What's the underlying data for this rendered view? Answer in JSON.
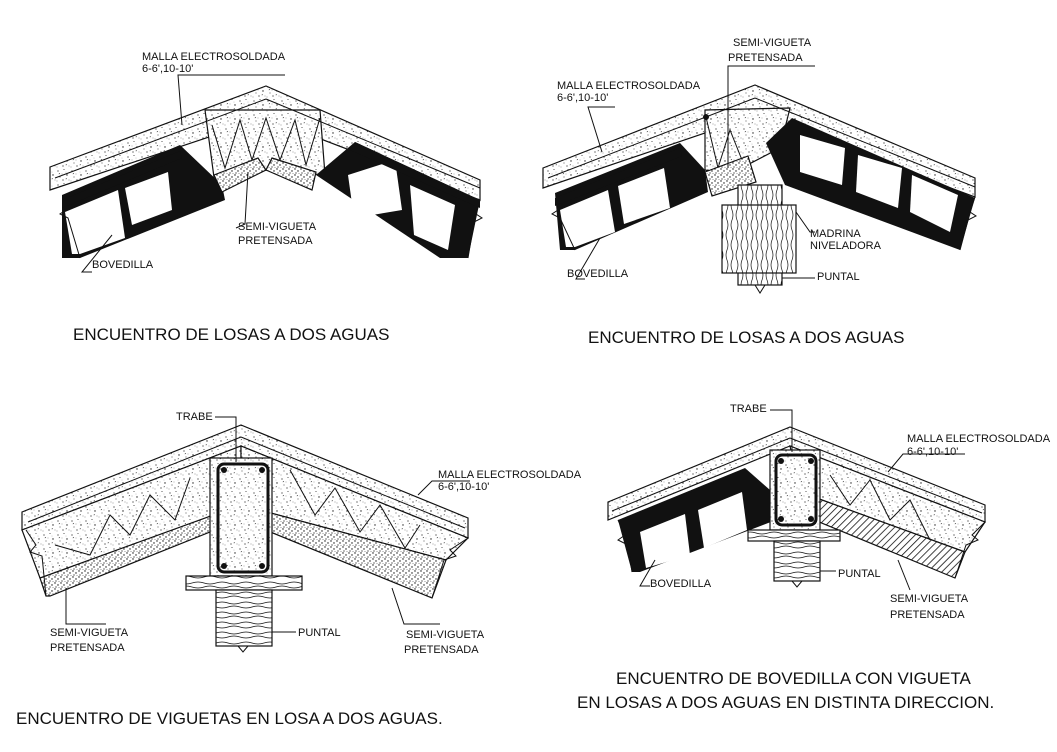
{
  "colors": {
    "ink": "#111111",
    "paper": "#ffffff",
    "concrete": "#e9e9e9"
  },
  "detail_1": {
    "title": "ENCUENTRO  DE  LOSAS A DOS AGUAS",
    "mesh_line1": "MALLA ELECTROSOLDADA",
    "mesh_line2": "6-6',10-10'",
    "joist_line1": "SEMI-VIGUETA",
    "joist_line2": "PRETENSADA",
    "block": "BOVEDILLA"
  },
  "detail_2": {
    "title": "ENCUENTRO  DE  LOSAS A DOS AGUAS",
    "mesh_line1": "MALLA ELECTROSOLDADA",
    "mesh_line2": "6-6',10-10'",
    "joist_line1": "SEMI-VIGUETA",
    "joist_line2": "PRETENSADA",
    "block": "BOVEDILLA",
    "purlin_line1": "MADRINA",
    "purlin_line2": "NIVELADORA",
    "prop": "PUNTAL"
  },
  "detail_3": {
    "title": "ENCUENTRO DE   VIGUETAS EN  LOSA A DOS AGUAS.",
    "beam": "TRABE",
    "mesh_line1": "MALLA ELECTROSOLDADA",
    "mesh_line2": "6-6',10-10'",
    "joist_left_line1": "SEMI-VIGUETA",
    "joist_left_line2": "PRETENSADA",
    "joist_right_line1": "SEMI-VIGUETA",
    "joist_right_line2": "PRETENSADA",
    "prop": "PUNTAL"
  },
  "detail_4": {
    "title_line1": "ENCUENTRO DE BOVEDILLA CON VIGUETA",
    "title_line2": "EN LOSAS A DOS AGUAS EN DISTINTA DIRECCION.",
    "beam": "TRABE",
    "mesh_line1": "MALLA ELECTROSOLDADA",
    "mesh_line2": "6-6',10-10'",
    "block": "BOVEDILLA",
    "prop": "PUNTAL",
    "joist_line1": "SEMI-VIGUETA",
    "joist_line2": "PRETENSADA"
  }
}
